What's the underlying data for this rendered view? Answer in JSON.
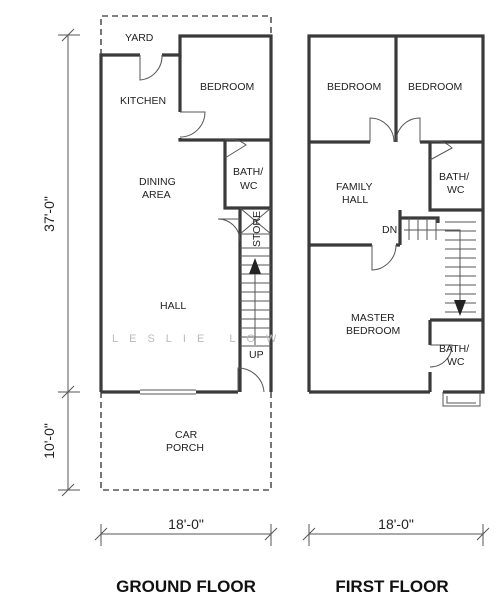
{
  "ground_floor": {
    "title": "GROUND FLOOR",
    "rooms": {
      "yard": "YARD",
      "kitchen": "KITCHEN",
      "bedroom": "BEDROOM",
      "dining_line1": "DINING",
      "dining_line2": "AREA",
      "bath_line1": "BATH/",
      "bath_line2": "WC",
      "store": "STORE",
      "hall": "HALL",
      "up": "UP",
      "car_line1": "CAR",
      "car_line2": "PORCH"
    }
  },
  "first_floor": {
    "title": "FIRST FLOOR",
    "rooms": {
      "bedroom_left": "BEDROOM",
      "bedroom_right": "BEDROOM",
      "family_line1": "FAMILY",
      "family_line2": "HALL",
      "bath_top_line1": "BATH/",
      "bath_top_line2": "WC",
      "dn": "DN",
      "master_line1": "MASTER",
      "master_line2": "BEDROOM",
      "bath_bottom_line1": "BATH/",
      "bath_bottom_line2": "WC"
    }
  },
  "dimensions": {
    "length_main": "37'-0\"",
    "length_porch": "10'-0\"",
    "width_ground": "18'-0\"",
    "width_first": "18'-0\""
  },
  "watermark": "LESLIE LOW"
}
